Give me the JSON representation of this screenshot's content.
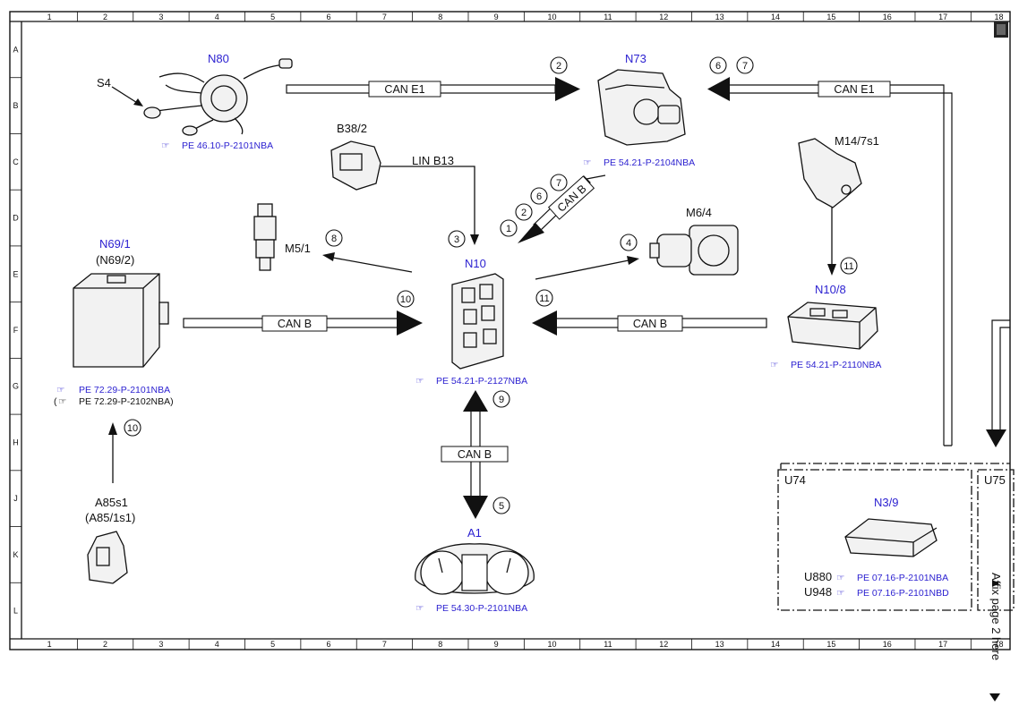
{
  "grid": {
    "columns": [
      "1",
      "2",
      "3",
      "4",
      "5",
      "6",
      "7",
      "8",
      "9",
      "10",
      "11",
      "12",
      "13",
      "14",
      "15",
      "16",
      "17",
      "18"
    ],
    "rows": [
      "A",
      "B",
      "C",
      "D",
      "E",
      "F",
      "G",
      "H",
      "J",
      "K",
      "L"
    ]
  },
  "components": {
    "n80": {
      "name": "N80",
      "ref": "PE 46.10-P-2101NBA"
    },
    "s4": {
      "name": "S4"
    },
    "n73": {
      "name": "N73",
      "ref": "PE 54.21-P-2104NBA"
    },
    "b38_2": {
      "name": "B38/2"
    },
    "m14_7s1": {
      "name": "M14/7s1"
    },
    "m5_1": {
      "name": "M5/1"
    },
    "n10": {
      "name": "N10",
      "ref": "PE 54.21-P-2127NBA"
    },
    "m6_4": {
      "name": "M6/4"
    },
    "n69_1": {
      "name": "N69/1",
      "alt": "(N69/2)",
      "ref": "PE 72.29-P-2101NBA",
      "ref_alt_open": "(",
      "ref_alt": "PE 72.29-P-2102NBA)"
    },
    "n10_8": {
      "name": "N10/8",
      "ref": "PE 54.21-P-2110NBA"
    },
    "a1": {
      "name": "A1",
      "ref": "PE 54.30-P-2101NBA"
    },
    "a85s1": {
      "name": "A85s1",
      "alt": "(A85/1s1)"
    },
    "u74": {
      "name": "U74"
    },
    "u75": {
      "name": "U75"
    },
    "n3_9": {
      "name": "N3/9"
    },
    "u880": {
      "code": "U880",
      "ref": "PE 07.16-P-2101NBA"
    },
    "u948": {
      "code": "U948",
      "ref": "PE 07.16-P-2101NBD"
    }
  },
  "buses": {
    "can_e1": "CAN E1",
    "can_b": "CAN B",
    "lin_b13": "LIN B13"
  },
  "markers": [
    "1",
    "2",
    "3",
    "4",
    "5",
    "6",
    "7",
    "8",
    "9",
    "10",
    "11"
  ],
  "side_note": {
    "text": "Affix page 2 here"
  },
  "colors": {
    "label_blue": "#2a1fd0",
    "line": "#111111"
  }
}
